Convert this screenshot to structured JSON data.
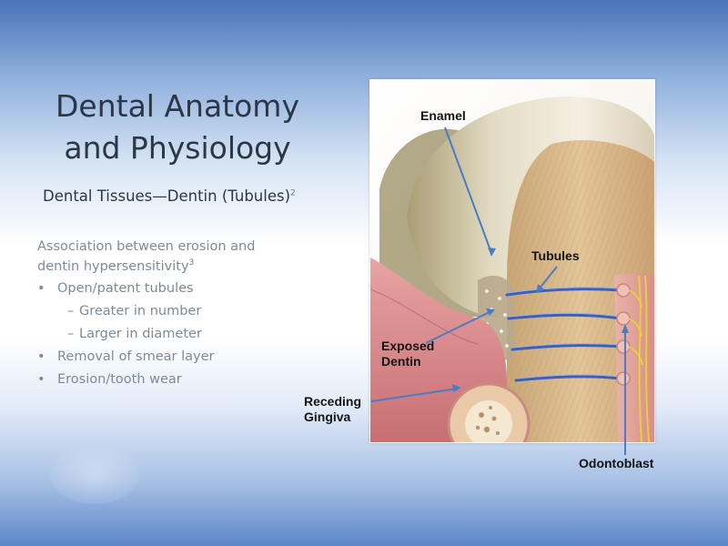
{
  "slide": {
    "title_line1": "Dental Anatomy",
    "title_line2": "and Physiology",
    "subtitle": "Dental Tissues—Dentin (Tubules)",
    "subtitle_ref": "2",
    "lead": "Association between erosion and dentin hypersensitivity",
    "lead_ref": "3",
    "bullets": [
      {
        "text": "Open/patent tubules",
        "level": 1
      },
      {
        "text": "Greater in number",
        "level": 2
      },
      {
        "text": "Larger in diameter",
        "level": 2
      },
      {
        "text": "Removal of smear layer",
        "level": 1
      },
      {
        "text": "Erosion/tooth wear",
        "level": 1
      }
    ]
  },
  "illustration": {
    "labels": {
      "enamel": "Enamel",
      "tubules": "Tubules",
      "exposed_line1": "Exposed",
      "exposed_line2": "Dentin",
      "receding_line1": "Receding",
      "receding_line2": "Gingiva",
      "odontoblast": "Odontoblast"
    },
    "colors": {
      "enamel": "#e8e0cc",
      "dentin": "#d9b98a",
      "gingiva": "#d98c8c",
      "tubule": "#3d5fb8",
      "nerve": "#e8d23a",
      "leader": "#4c7bc4"
    }
  }
}
